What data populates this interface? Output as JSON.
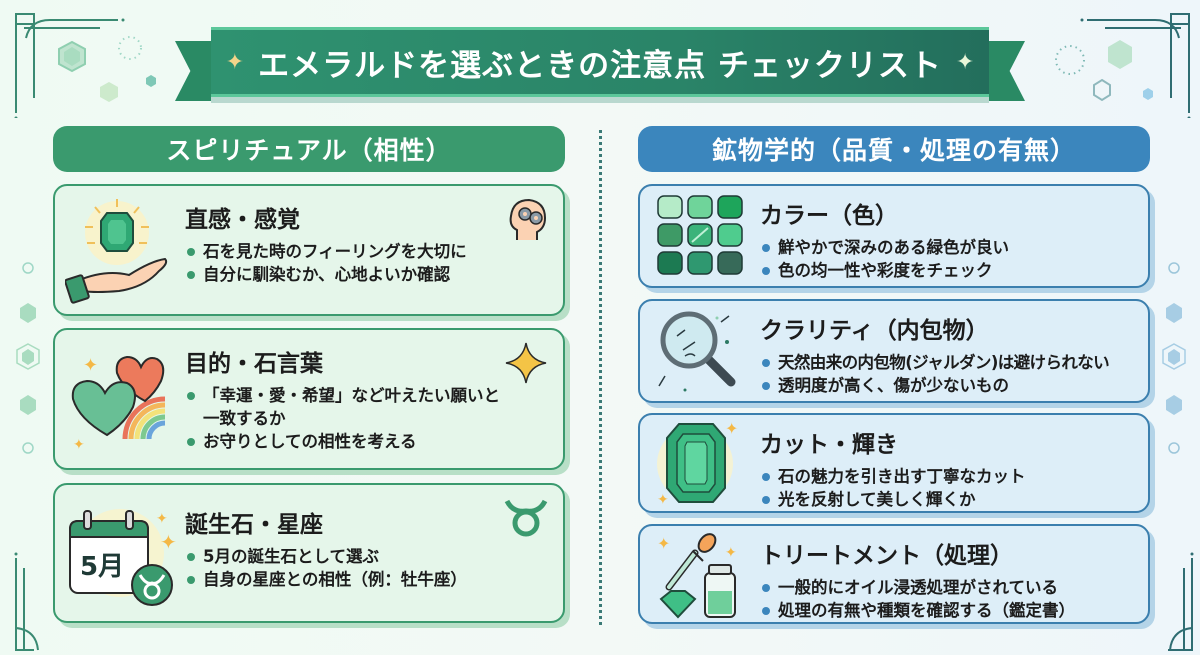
{
  "title": "エメラルドを選ぶときの注意点 チェックリスト",
  "colors": {
    "spiritual_accent": "#3a9a6e",
    "mineral_accent": "#3b86bd",
    "banner": "#2a8468"
  },
  "spiritual": {
    "header": "スピリチュアル（相性）",
    "cards": [
      {
        "title": "直感・感覚",
        "icon": "hand-holding-emerald-icon",
        "corner_icon": "head-gears-icon",
        "items": [
          "石を見た時のフィーリングを大切に",
          "自分に馴染むか、心地よいか確認"
        ]
      },
      {
        "title": "目的・石言葉",
        "icon": "hearts-rainbow-icon",
        "corner_icon": "sparkle-icon",
        "items": [
          "「幸運・愛・希望」など叶えたい願いと一致するか",
          "お守りとしての相性を考える"
        ]
      },
      {
        "title": "誕生石・星座",
        "icon": "calendar-taurus-icon",
        "calendar_label": "5月",
        "corner_icon": "taurus-icon",
        "items": [
          "5月の誕生石として選ぶ",
          "自身の星座との相性（例：牡牛座）"
        ]
      }
    ]
  },
  "mineral": {
    "header": "鉱物学的（品質・処理の有無）",
    "cards": [
      {
        "title": "カラー（色）",
        "icon": "color-swatch-grid-icon",
        "items": [
          "鮮やかで深みのある緑色が良い",
          "色の均一性や彩度をチェック"
        ]
      },
      {
        "title": "クラリティ（内包物）",
        "icon": "magnifier-icon",
        "items": [
          "天然由来の内包物(ジャルダン)は避けられない",
          "透明度が高く、傷が少ないもの"
        ]
      },
      {
        "title": "カット・輝き",
        "icon": "emerald-cut-gem-icon",
        "items": [
          "石の魅力を引き出す丁寧なカット",
          "光を反射して美しく輝くか"
        ]
      },
      {
        "title": "トリートメント（処理）",
        "icon": "dropper-oil-bottle-icon",
        "items": [
          "一般的にオイル浸透処理がされている",
          "処理の有無や種類を確認する（鑑定書）"
        ]
      }
    ]
  }
}
